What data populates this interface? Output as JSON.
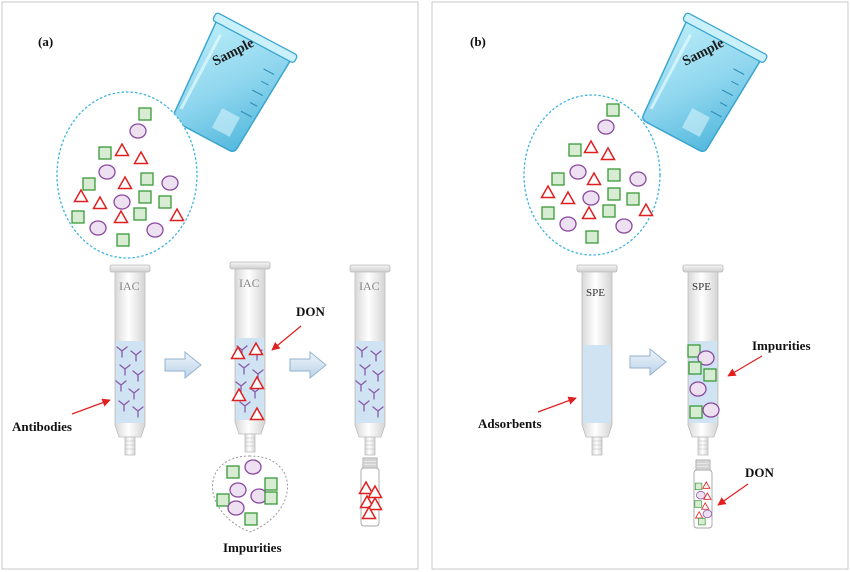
{
  "panels": {
    "a": {
      "label": "(a)",
      "beaker_label": "Sample",
      "column_labels": [
        "IAC",
        "IAC",
        "IAC"
      ],
      "antibodies_label": "Antibodies",
      "don_label": "DON",
      "impurities_label": "Impurities"
    },
    "b": {
      "label": "(b)",
      "beaker_label": "Sample",
      "column_labels": [
        "SPE",
        "SPE"
      ],
      "adsorbents_label": "Adsorbents",
      "impurities_label": "Impurities",
      "don_label": "DON"
    }
  },
  "colors": {
    "square": "#3a9a3a",
    "square_fill": "#d7ecd2",
    "circle": "#8a4a9e",
    "circle_fill": "#ece0f1",
    "triangle": "#e02020",
    "antibody": "#8a5aa8",
    "pointer_arrow": "#e02020",
    "liquid": "#cfe3f3",
    "bubble_border": "#3fb4df"
  }
}
